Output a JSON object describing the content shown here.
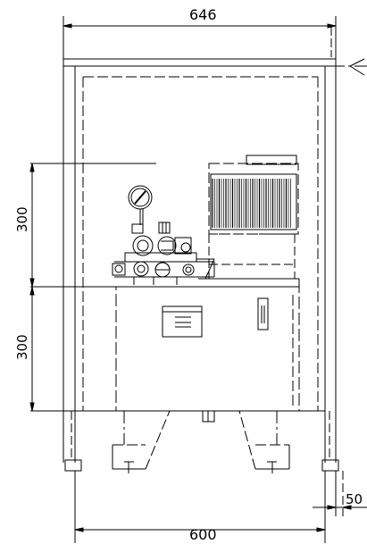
{
  "dimensions": {
    "overall_width": "646",
    "base_width": "600",
    "upper_height": "300",
    "lower_height": "300",
    "offset": "50"
  },
  "components": {
    "gauge_icon": "pressure-gauge-icon",
    "motor_icon": "motor-icon",
    "nameplate_icon": "nameplate-icon",
    "level_gauge_icon": "level-gauge-icon"
  },
  "colors": {
    "line": "#000000",
    "background": "#ffffff"
  }
}
